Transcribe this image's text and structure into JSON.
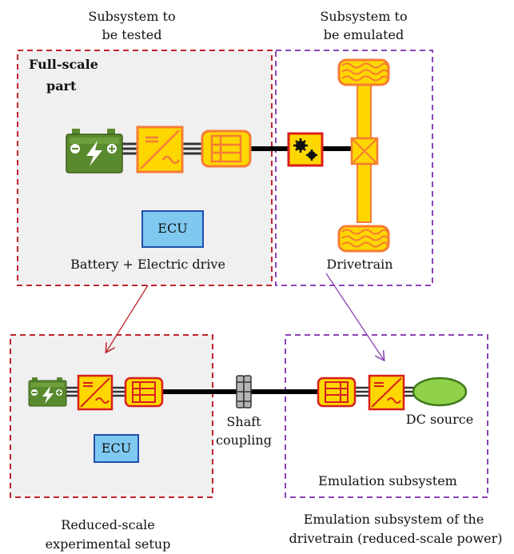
{
  "header": {
    "tested_line1": "Subsystem to",
    "tested_line2": "be tested",
    "emulated_line1": "Subsystem to",
    "emulated_line2": "be emulated"
  },
  "full_scale": {
    "title_line1": "Full-scale",
    "title_line2": "part",
    "ecu_label": "ECU",
    "left_caption": "Battery + Electric drive",
    "right_caption": "Drivetrain"
  },
  "reduced_scale": {
    "ecu_label": "ECU",
    "shaft_line1": "Shaft",
    "shaft_line2": "coupling",
    "dc_source": "DC source",
    "emulation_box_label": "Emulation subsystem"
  },
  "footer": {
    "left_line1": "Reduced-scale",
    "left_line2": "experimental setup",
    "right_line1": "Emulation subsystem of the",
    "right_line2": "drivetrain (reduced-scale power)"
  },
  "colors": {
    "red_dash": "#c0242f",
    "purple_dash": "#8a44b5",
    "box_fill": "#f0f0f0",
    "component_yellow": "#ffd700",
    "component_orange": "#f57c35",
    "battery_green": "#5a8a2e",
    "ecu_fill": "#7fc8f0",
    "ecu_border": "#1f4fb0",
    "dc_source_fill": "#8fd14a"
  }
}
